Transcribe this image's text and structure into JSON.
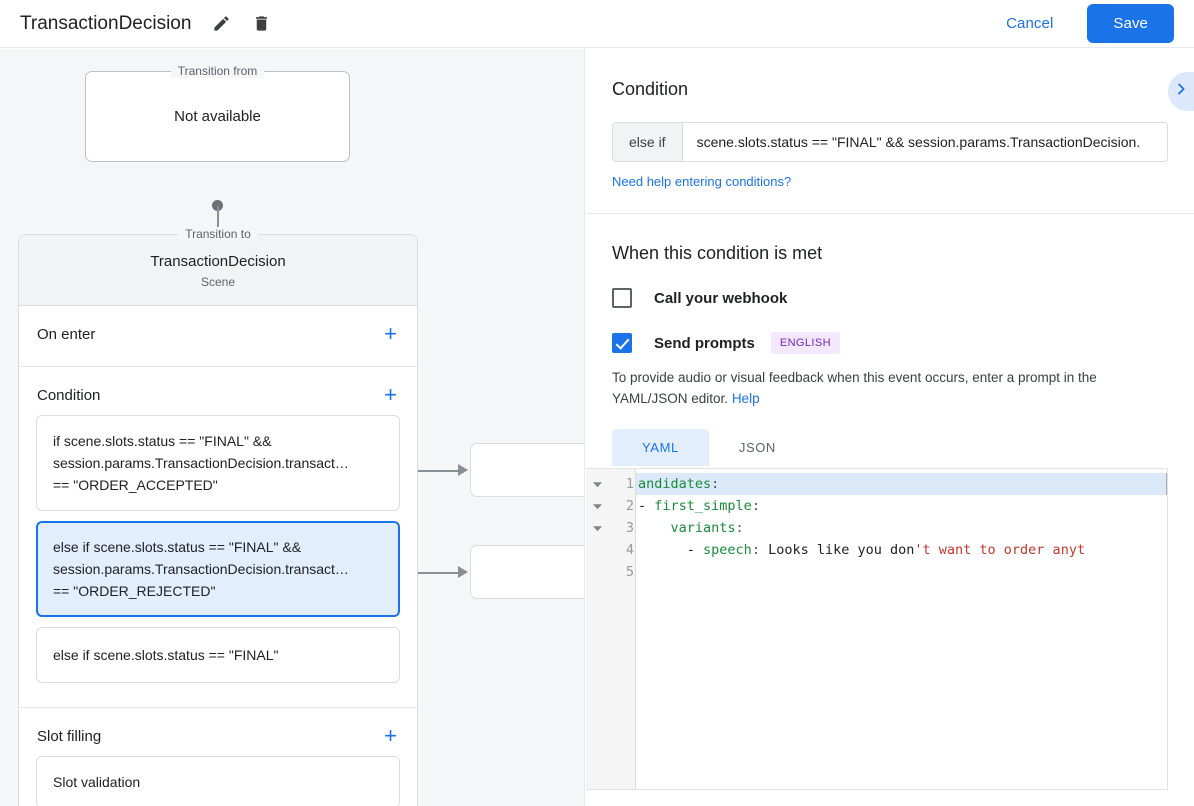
{
  "topbar": {
    "title": "TransactionDecision",
    "edit_icon": "pencil-icon",
    "delete_icon": "trash-icon",
    "cancel_label": "Cancel",
    "save_label": "Save",
    "accent_color": "#1a73e8"
  },
  "canvas": {
    "transition_from": {
      "legend": "Transition from",
      "value": "Not available"
    },
    "transition_to": {
      "legend": "Transition to",
      "title": "TransactionDecision",
      "subtitle": "Scene"
    },
    "sections": [
      {
        "title": "On enter",
        "add_label": "+",
        "items": []
      },
      {
        "title": "Condition",
        "add_label": "+",
        "items": [
          {
            "selected": false,
            "lines": [
              "if scene.slots.status == \"FINAL\" &&",
              "session.params.TransactionDecision.transact…",
              "== \"ORDER_ACCEPTED\""
            ]
          },
          {
            "selected": true,
            "lines": [
              "else if scene.slots.status == \"FINAL\" &&",
              "session.params.TransactionDecision.transact…",
              "== \"ORDER_REJECTED\""
            ]
          },
          {
            "selected": false,
            "lines": [
              "else if scene.slots.status == \"FINAL\""
            ]
          }
        ]
      },
      {
        "title": "Slot filling",
        "add_label": "+",
        "items": [
          {
            "selected": false,
            "lines": [
              "Slot validation"
            ]
          }
        ]
      }
    ]
  },
  "right_panel": {
    "condition": {
      "heading": "Condition",
      "collapse_icon": "chevron-right-icon",
      "prefix": "else if",
      "value": "scene.slots.status == \"FINAL\" && session.params.TransactionDecision.",
      "help_link": "Need help entering conditions?"
    },
    "when_met": {
      "heading": "When this condition is met",
      "webhook": {
        "label": "Call your webhook",
        "checked": false
      },
      "prompts": {
        "label": "Send prompts",
        "checked": true,
        "badge": "ENGLISH",
        "badge_bg": "#f3e8fd",
        "badge_color": "#7627bb"
      },
      "hint": "To provide audio or visual feedback when this event occurs, enter a prompt in the YAML/JSON editor.",
      "hint_link": "Help"
    },
    "editor": {
      "tabs": [
        {
          "label": "YAML",
          "active": true
        },
        {
          "label": "JSON",
          "active": false
        }
      ],
      "lines": [
        {
          "number": "1",
          "foldable": true,
          "highlighted": true,
          "tokens": [
            {
              "text": "andidates",
              "type": "key"
            },
            {
              "text": ":",
              "type": "punc"
            }
          ]
        },
        {
          "number": "2",
          "foldable": true,
          "highlighted": false,
          "tokens": [
            {
              "text": "- ",
              "type": "plain"
            },
            {
              "text": "first_simple",
              "type": "key"
            },
            {
              "text": ":",
              "type": "punc"
            }
          ]
        },
        {
          "number": "3",
          "foldable": true,
          "highlighted": false,
          "tokens": [
            {
              "text": "    ",
              "type": "plain"
            },
            {
              "text": "variants",
              "type": "key"
            },
            {
              "text": ":",
              "type": "punc"
            }
          ]
        },
        {
          "number": "4",
          "foldable": false,
          "highlighted": false,
          "tokens": [
            {
              "text": "      - ",
              "type": "plain"
            },
            {
              "text": "speech",
              "type": "key"
            },
            {
              "text": ": ",
              "type": "punc"
            },
            {
              "text": "Looks like you don",
              "type": "plain"
            },
            {
              "text": "'t want to order anyt",
              "type": "str"
            }
          ]
        },
        {
          "number": "5",
          "foldable": false,
          "highlighted": false,
          "tokens": []
        }
      ]
    }
  }
}
